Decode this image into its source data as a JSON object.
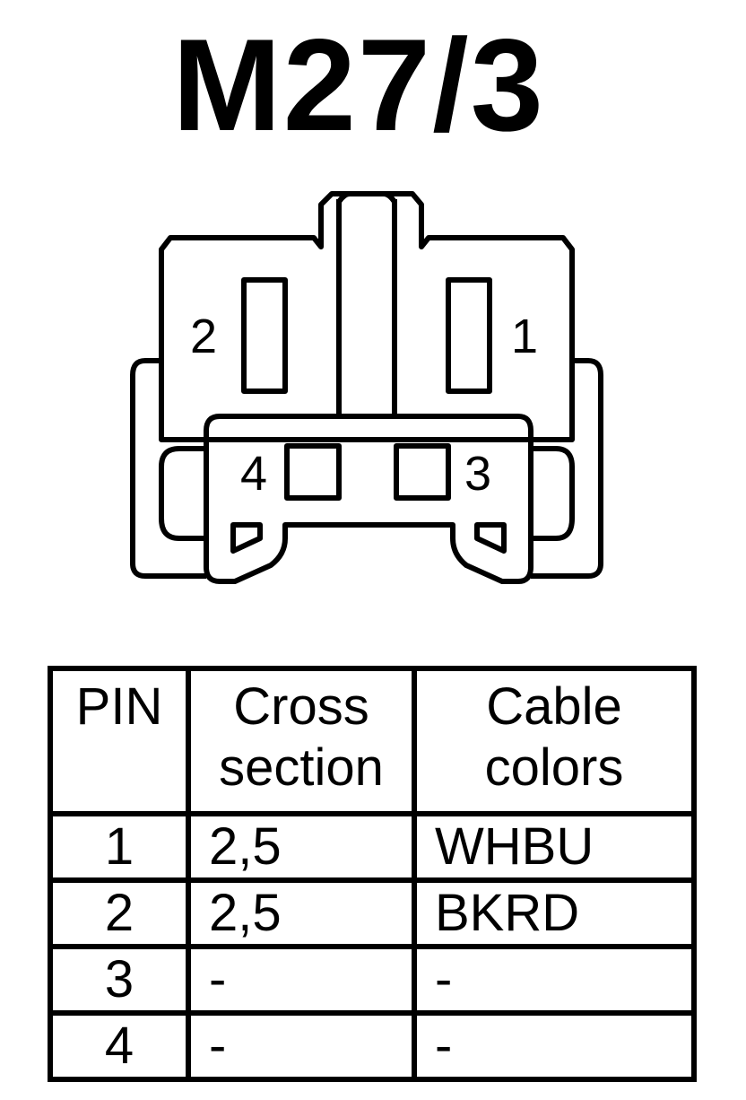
{
  "title": "M27/3",
  "connector": {
    "pin_labels": [
      "1",
      "2",
      "3",
      "4"
    ]
  },
  "table": {
    "headers": [
      [
        "PIN"
      ],
      [
        "Cross",
        "section"
      ],
      [
        "Cable",
        "colors"
      ]
    ],
    "rows": [
      [
        "1",
        "2,5",
        "WHBU"
      ],
      [
        "2",
        "2,5",
        "BKRD"
      ],
      [
        "3",
        "-",
        "-"
      ],
      [
        "4",
        "-",
        "-"
      ]
    ]
  },
  "colors": {
    "ink": "#000000",
    "background": "#ffffff"
  }
}
